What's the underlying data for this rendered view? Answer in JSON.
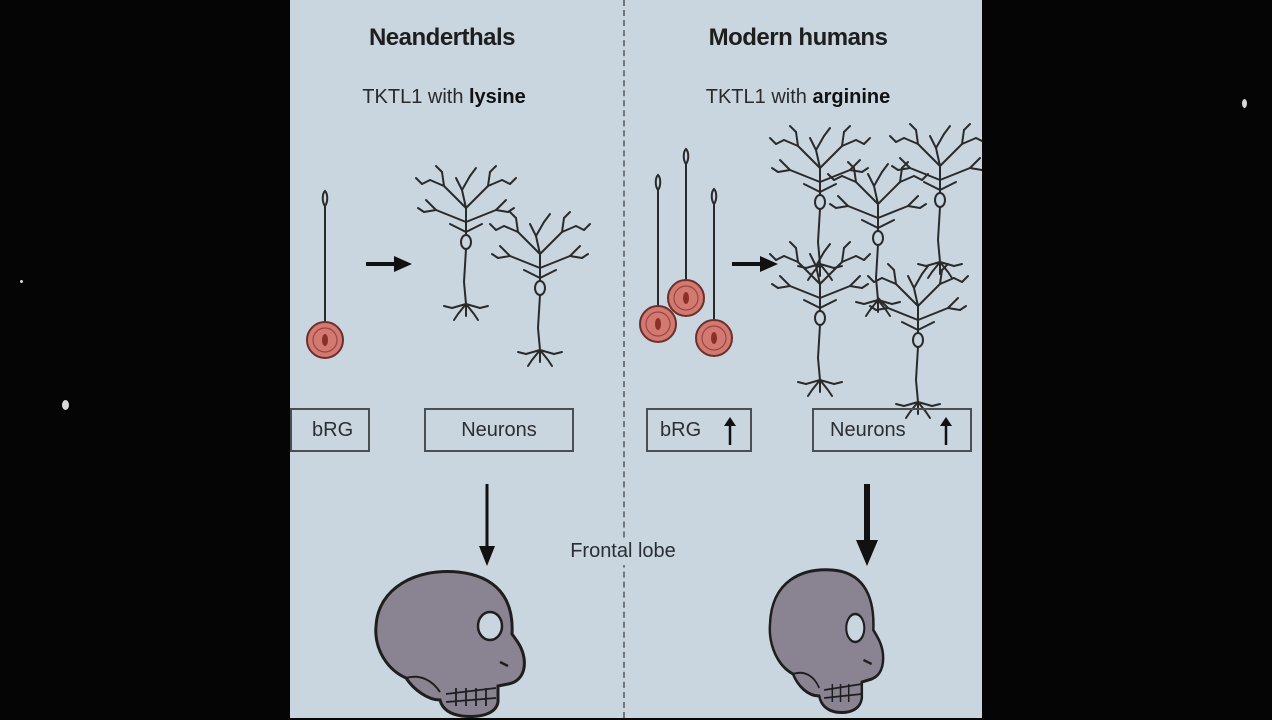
{
  "left": {
    "title": "Neanderthals",
    "sub_prefix": "TKTL1 with ",
    "sub_amino": "lysine",
    "brg_label": "bRG",
    "neurons_label": "Neurons"
  },
  "right": {
    "title": "Modern humans",
    "sub_prefix": "TKTL1 with ",
    "sub_amino": "arginine",
    "brg_label": "bRG",
    "neurons_label": "Neurons"
  },
  "center_label": "Frontal lobe",
  "colors": {
    "panel_bg": "#c9d6df",
    "cell_body": "#d27a72",
    "skull": "#8a8392",
    "ink": "#2a2a2a"
  }
}
